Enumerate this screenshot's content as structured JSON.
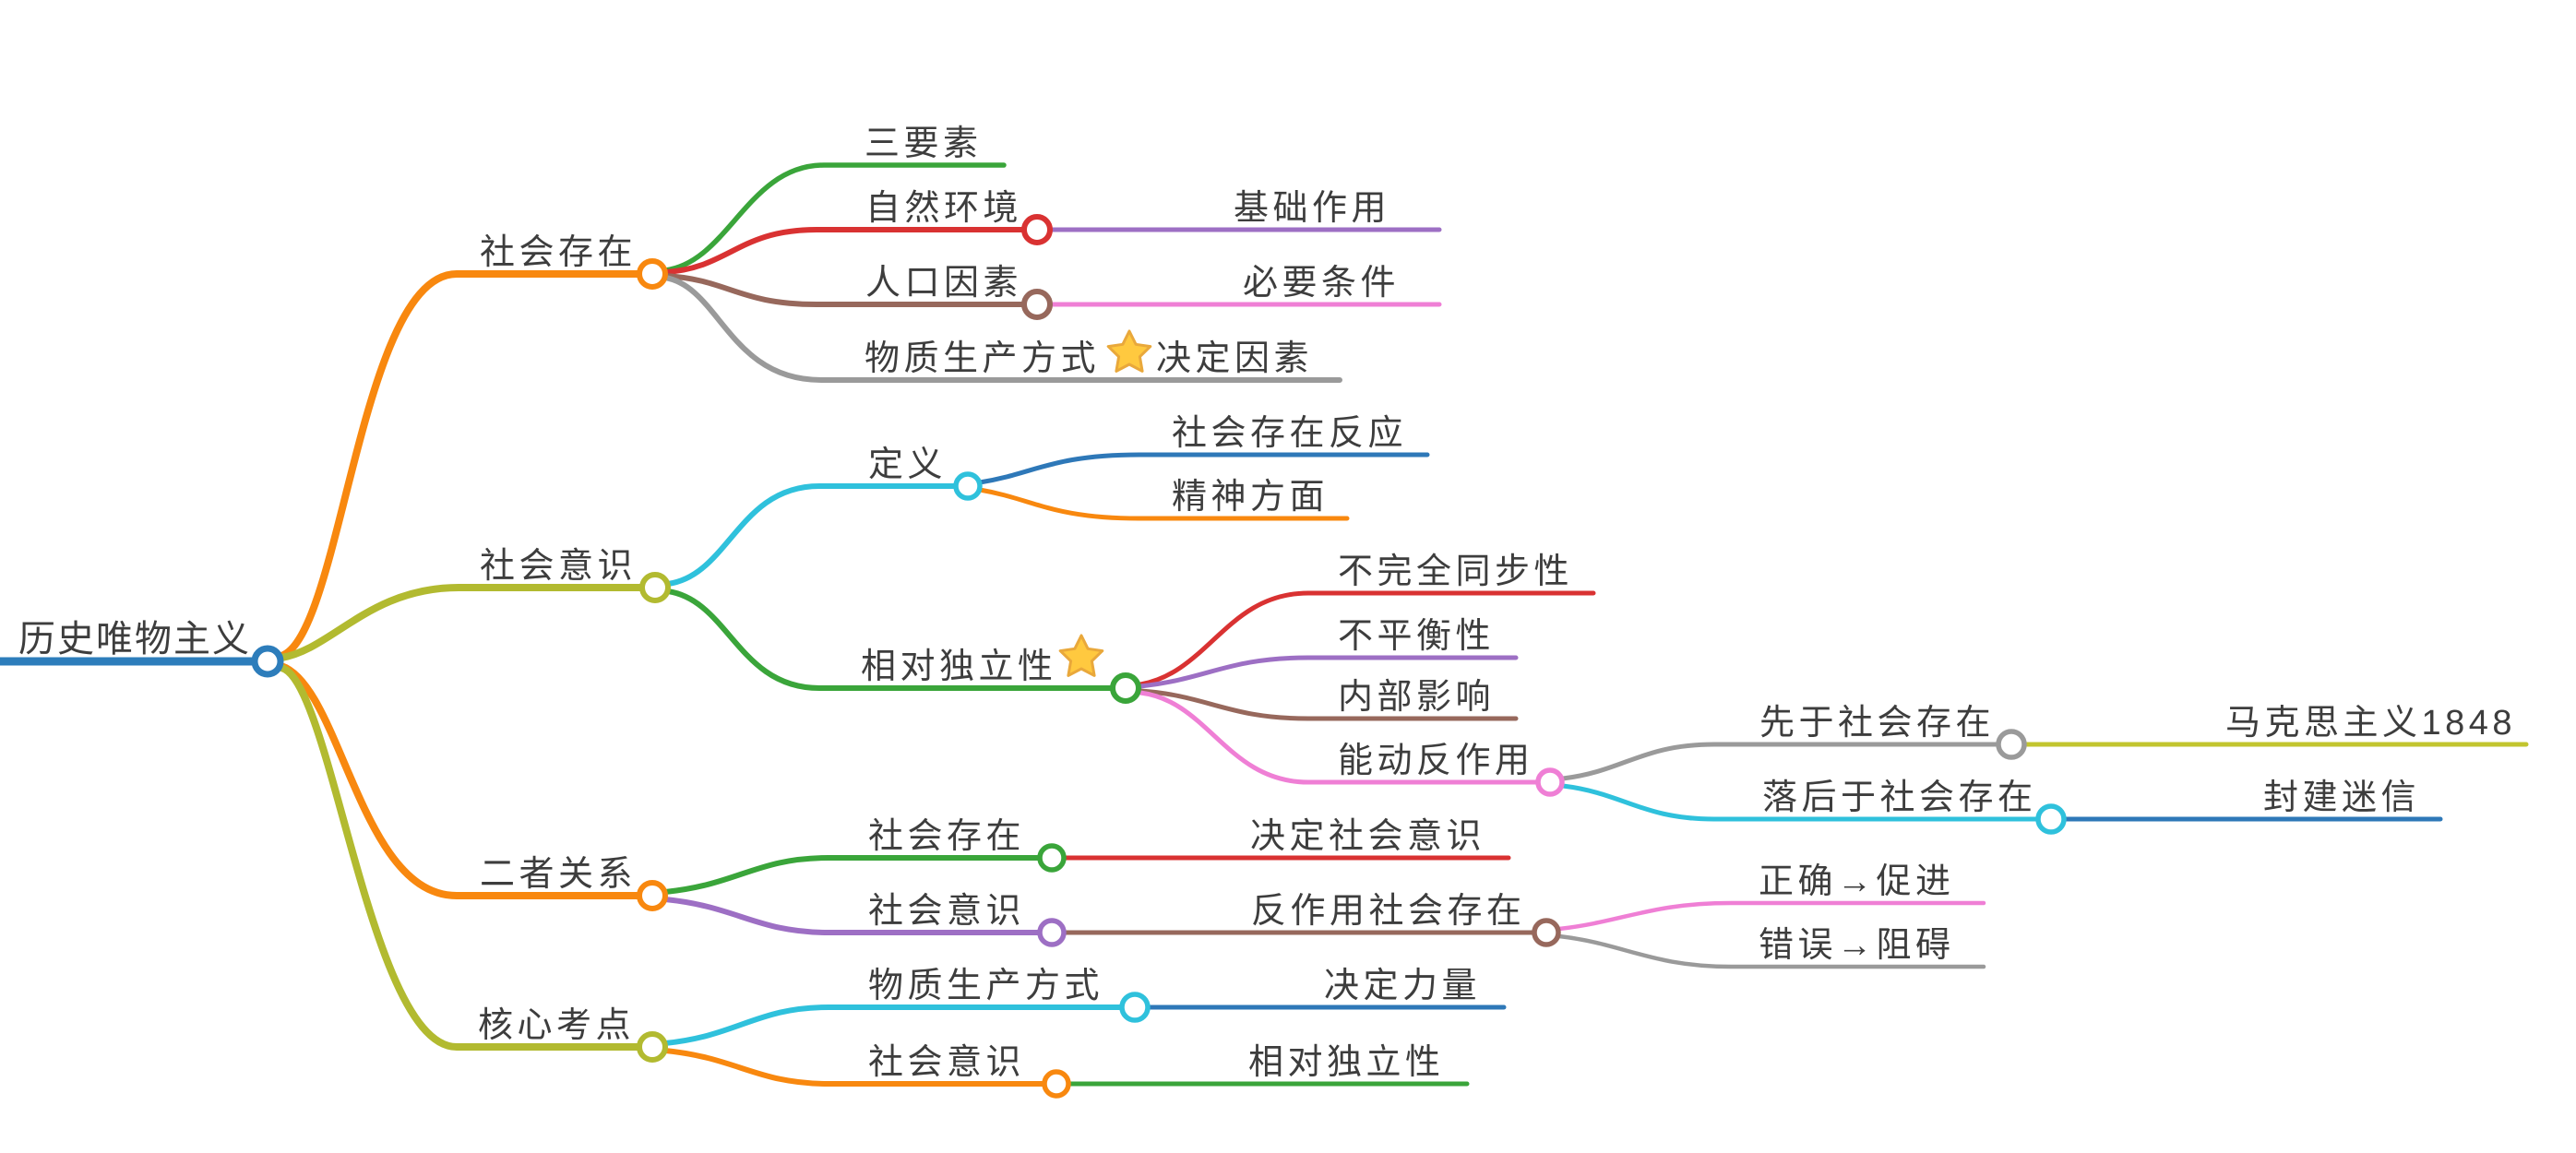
{
  "palette": {
    "root_blue": "#2d7dbb",
    "orange": "#f8880f",
    "olive": "#b2ba30",
    "olive_light": "#c2c52f",
    "green": "#3aa53a",
    "red": "#d93232",
    "brown": "#97685c",
    "gray": "#9a9a9a",
    "purple": "#9d6fc4",
    "pink": "#ef7fd5",
    "cyan": "#2fc1dc",
    "blue": "#2e78b8",
    "text": "#3d3d3d",
    "star_fill": "#ffc93f"
  },
  "icons": {
    "star": "⭐"
  },
  "root": {
    "label": "历史唯物主义",
    "children": [
      {
        "label": "社会存在",
        "children": [
          {
            "label": "三要素"
          },
          {
            "label": "自然环境",
            "children": [
              {
                "label": "基础作用"
              }
            ]
          },
          {
            "label": "人口因素",
            "children": [
              {
                "label": "必要条件"
              }
            ]
          },
          {
            "label": "物质生产方式",
            "star": "⭐",
            "suffix": "决定因素"
          }
        ]
      },
      {
        "label": "社会意识",
        "children": [
          {
            "label": "定义",
            "children": [
              {
                "label": "社会存在反应"
              },
              {
                "label": "精神方面"
              }
            ]
          },
          {
            "label": "相对独立性",
            "star": "⭐",
            "children": [
              {
                "label": "不完全同步性"
              },
              {
                "label": "不平衡性"
              },
              {
                "label": "内部影响"
              },
              {
                "label": "能动反作用",
                "children": [
                  {
                    "label": "先于社会存在",
                    "children": [
                      {
                        "label": "马克思主义1848"
                      }
                    ]
                  },
                  {
                    "label": "落后于社会存在",
                    "children": [
                      {
                        "label": "封建迷信"
                      }
                    ]
                  }
                ]
              }
            ]
          }
        ]
      },
      {
        "label": "二者关系",
        "children": [
          {
            "label": "社会存在",
            "children": [
              {
                "label": "决定社会意识"
              }
            ]
          },
          {
            "label": "社会意识",
            "children": [
              {
                "label": "反作用社会存在",
                "children": [
                  {
                    "label": "正确→促进"
                  },
                  {
                    "label": "错误→阻碍"
                  }
                ]
              }
            ]
          }
        ]
      },
      {
        "label": "核心考点",
        "children": [
          {
            "label": "物质生产方式",
            "children": [
              {
                "label": "决定力量"
              }
            ]
          },
          {
            "label": "社会意识",
            "children": [
              {
                "label": "相对独立性"
              }
            ]
          }
        ]
      }
    ]
  }
}
